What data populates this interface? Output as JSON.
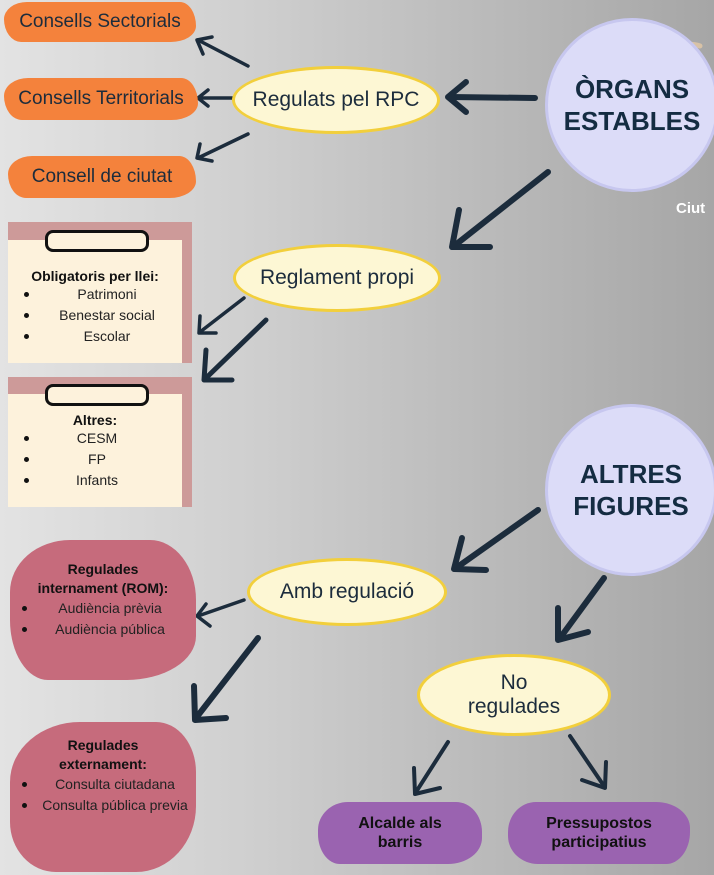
{
  "organs_estables": {
    "line1": "ÒRGANS",
    "line2": "ESTABLES",
    "partial_label": "Ciut"
  },
  "regulats_rpc": {
    "label": "Regulats pel RPC"
  },
  "consells": [
    {
      "label": "Consells Sectorials"
    },
    {
      "label": "Consells Territorials"
    },
    {
      "label": "Consell de ciutat"
    }
  ],
  "reglament_propi": {
    "label": "Reglament propi"
  },
  "obligatoris": {
    "title": "Obligatoris per llei:",
    "items": [
      "Patrimoni",
      "Benestar social",
      "Escolar"
    ]
  },
  "altres_list": {
    "title": "Altres:",
    "items": [
      "CESM",
      "FP",
      "Infants"
    ]
  },
  "altres_figures": {
    "line1": "ALTRES",
    "line2": "FIGURES"
  },
  "amb_regulacio": {
    "label": "Amb regulació"
  },
  "regulades_internament": {
    "title_line1": "Regulades",
    "title_line2": "internament (ROM):",
    "items": [
      "Audiència prèvia",
      "Audiència pública"
    ]
  },
  "regulades_externament": {
    "title_line1": "Regulades",
    "title_line2": "externament:",
    "items": [
      "Consulta ciutadana",
      "Consulta pública previa"
    ]
  },
  "no_regulades": {
    "line1": "No",
    "line2": "regulades"
  },
  "alcalde": {
    "line1": "Alcalde als",
    "line2": "barris"
  },
  "pressupostos": {
    "line1": "Pressupostos",
    "line2": "participatius"
  },
  "colors": {
    "orange": "#f4823c",
    "yellow": "#fdf7d4",
    "yellow_border": "#f2cf3c",
    "lavender": "#dcdcf8",
    "pink": "#c66b7c",
    "purple": "#9a63b0",
    "arrow": "#1c2c3c"
  }
}
